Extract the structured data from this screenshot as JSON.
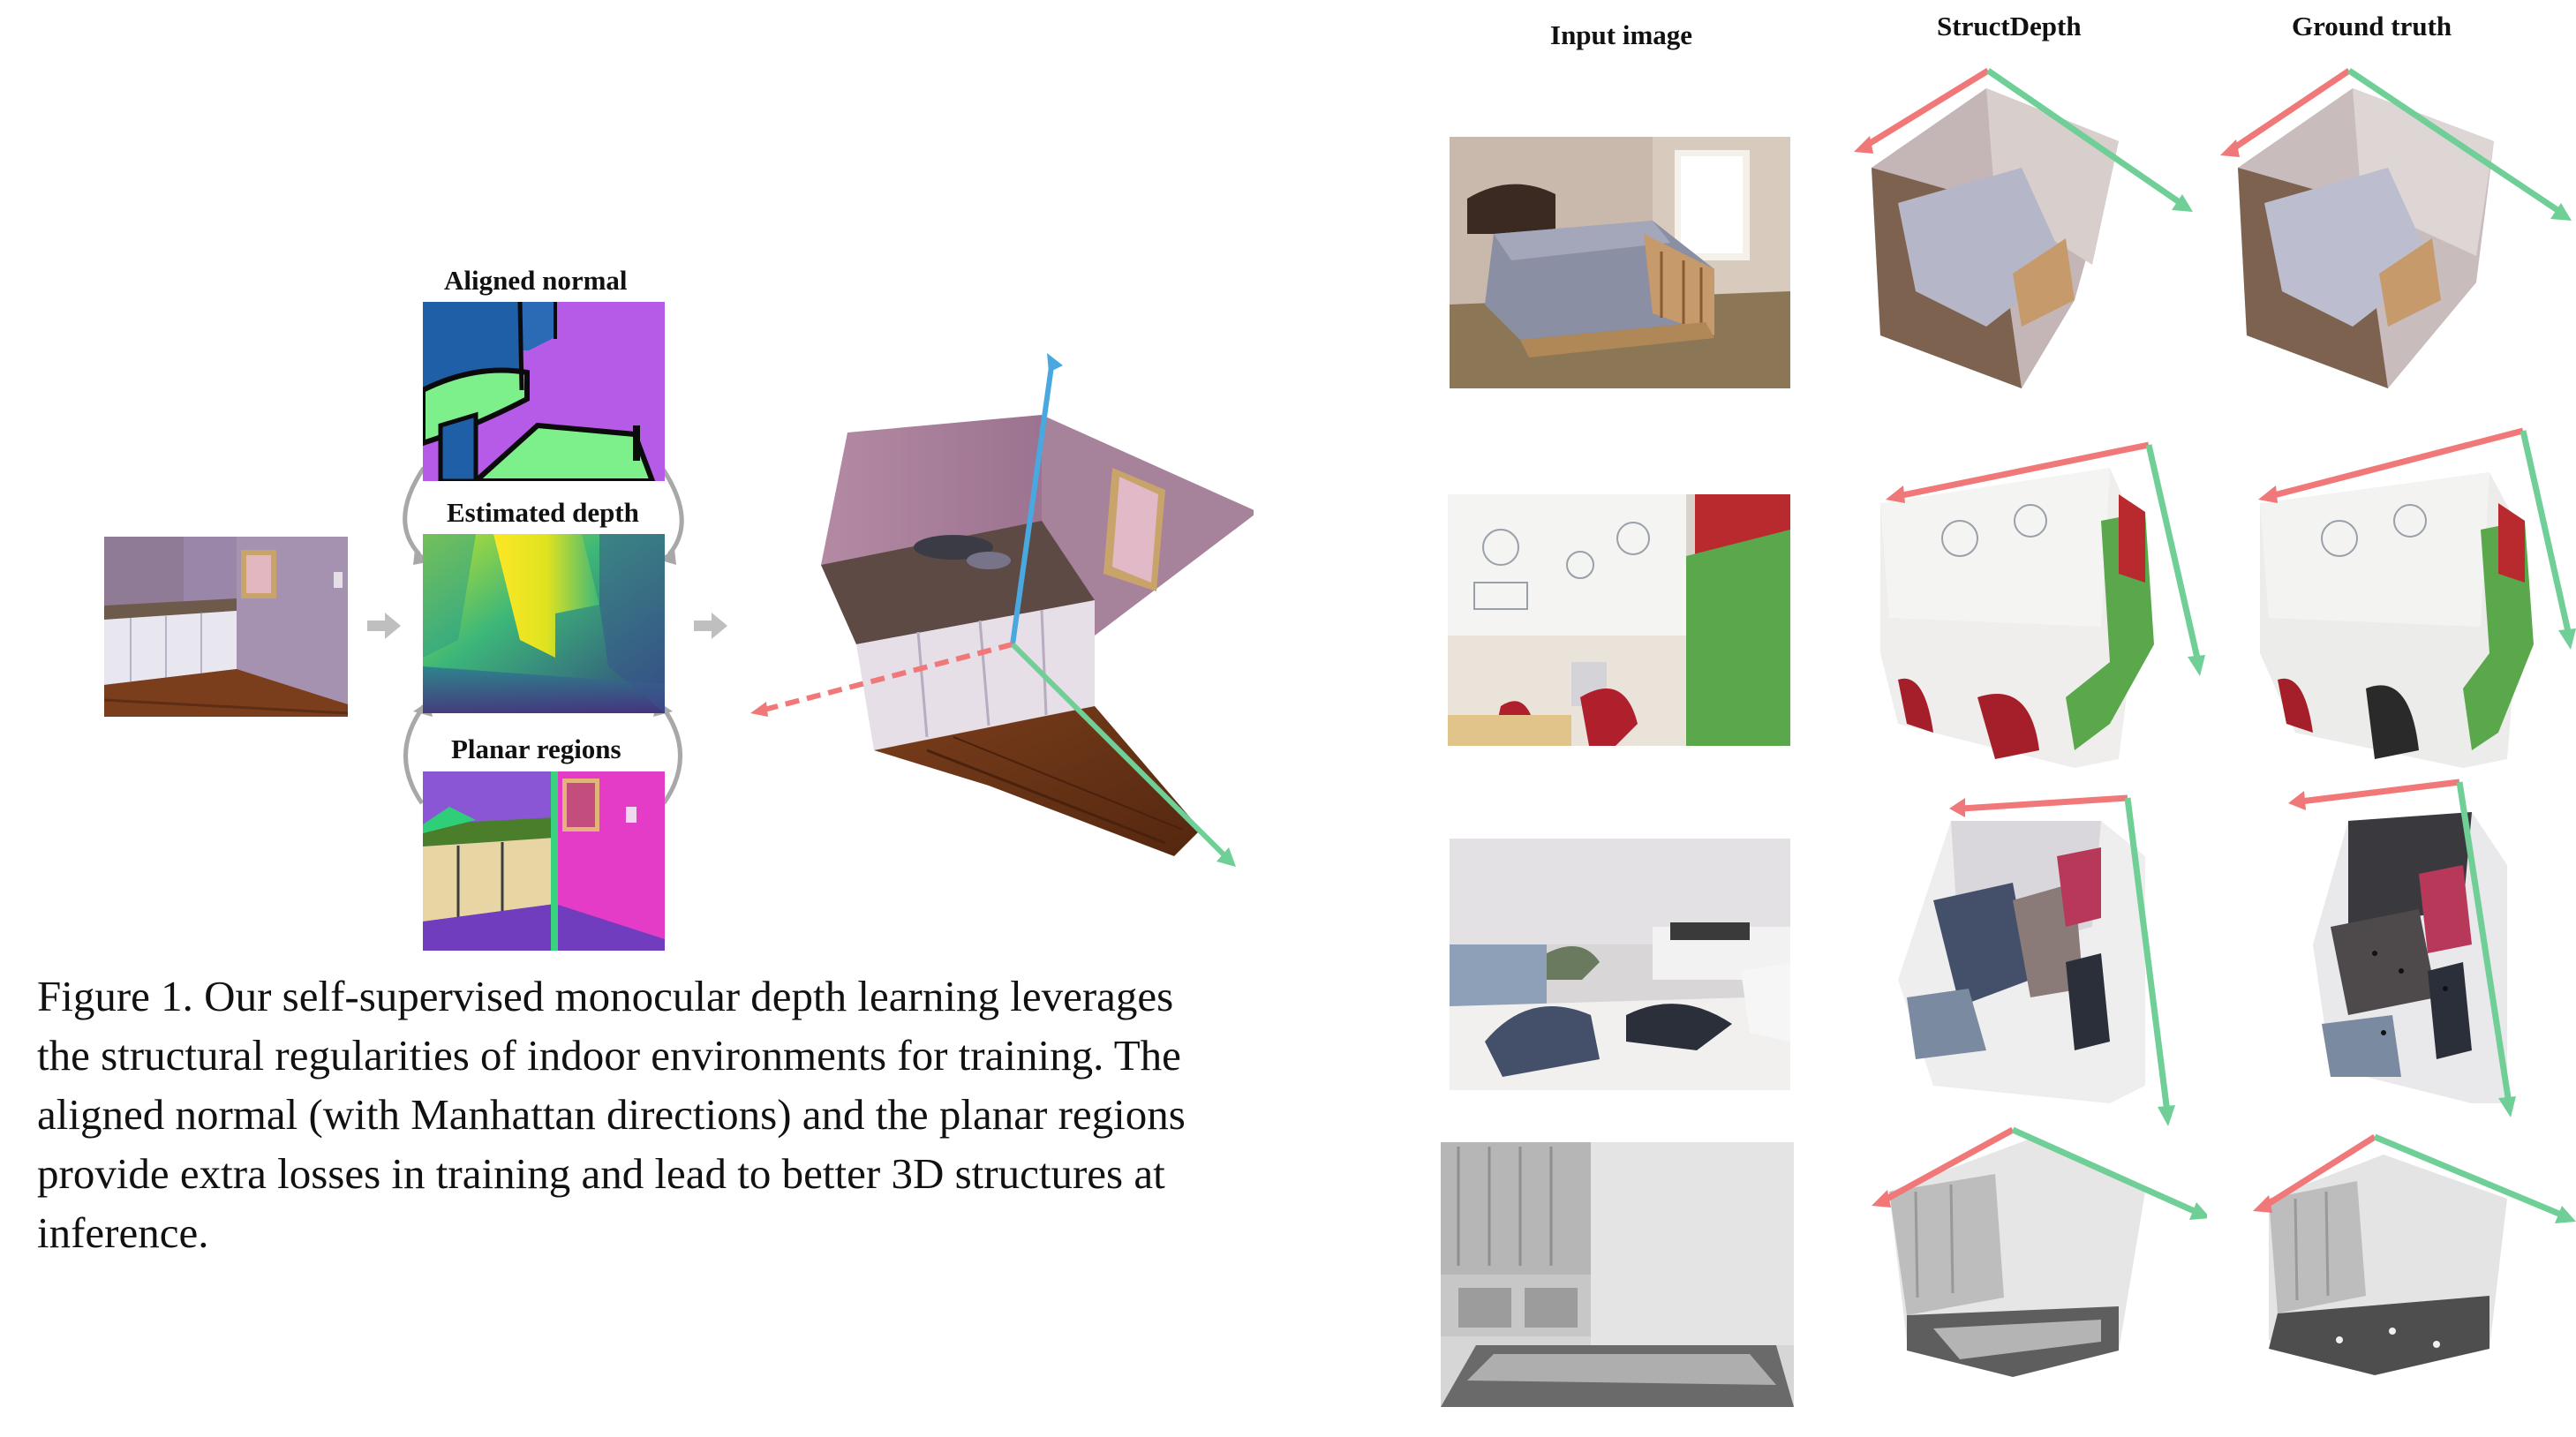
{
  "left_figure": {
    "labels": {
      "aligned_normal": "Aligned normal",
      "estimated_depth": "Estimated depth",
      "planar_regions": "Planar regions"
    },
    "caption_lines": [
      "Figure 1. Our self-supervised monocular depth learning leverages",
      "the structural regularities of indoor environments for training. The",
      "aligned normal (with Manhattan directions) and the planar regions",
      "provide extra losses in training and lead to better 3D structures at",
      "inference."
    ]
  },
  "right_figure": {
    "column_headers": [
      "Input image",
      "StructDepth",
      "Ground truth"
    ],
    "rows": [
      {
        "scene": "bedroom"
      },
      {
        "scene": "whiteboard-lab"
      },
      {
        "scene": "cluttered-room"
      },
      {
        "scene": "white-cabinet-room"
      }
    ]
  },
  "colors": {
    "axis_red": "#f07878",
    "axis_green": "#6fcf97",
    "axis_blue": "#4aa8e0",
    "arrow_gray": "#bfbfbf",
    "normal_blue": "#1f5fa8",
    "normal_purple": "#b65ae8",
    "normal_green": "#7df08c",
    "wall_mauve": "#8f6a85",
    "floor_wood": "#6b3a1c"
  }
}
